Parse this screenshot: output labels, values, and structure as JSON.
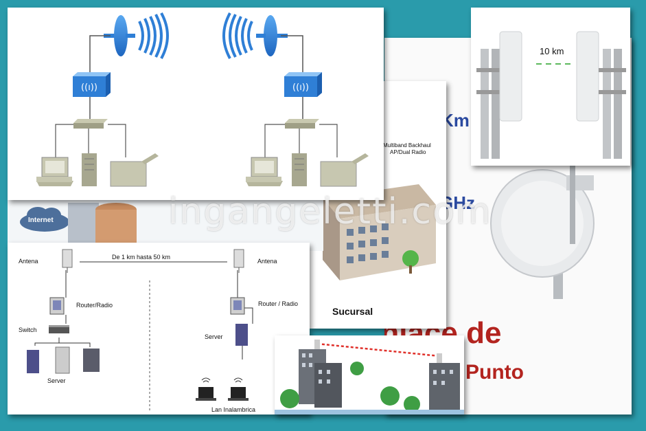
{
  "watermark": "ingangeletti.com",
  "diagram_top": {},
  "sucursal_card": {
    "radio_caption_line1": "Multiband Backhaul",
    "radio_caption_line2": "AP/Dual Radio",
    "building_label": "Sucursal"
  },
  "photo_card": {
    "distance_label": "10 km"
  },
  "background_text": {
    "km_fragment": "Km",
    "ghz_fragment": "GHz",
    "title_line1": "Enlace de",
    "title_line2": "Punto"
  },
  "internet_label": "Internet",
  "lan_diagram": {
    "antenna_left": "Antena",
    "antenna_right": "Antena",
    "distance": "De 1 km hasta 50 km",
    "router_left": "Router/Radio",
    "router_right": "Router / Radio",
    "switch": "Switch",
    "server_left": "Server",
    "server_right": "Server",
    "wlan": "Lan Inalambrica"
  },
  "colors": {
    "background": "#2a9bab",
    "radio_blue": "#2f7fd6",
    "title_red": "#b3241f",
    "link_red": "#e0302a"
  }
}
